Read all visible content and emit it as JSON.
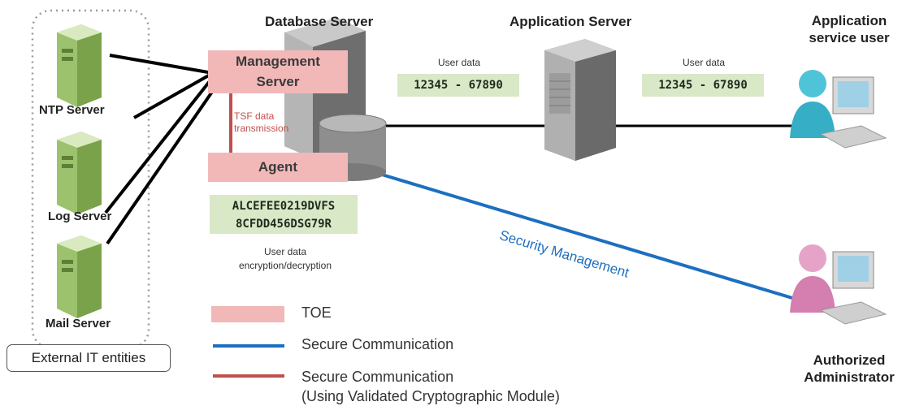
{
  "headers": {
    "database_server": "Database Server",
    "application_server": "Application Server",
    "app_user": [
      "Application",
      "service user"
    ],
    "admin": [
      "Authorized",
      "Administrator"
    ]
  },
  "external": {
    "ntp": "NTP Server",
    "log": "Log Server",
    "mail": "Mail Server",
    "group_label": "External IT entities"
  },
  "toe": {
    "management_server": [
      "Management",
      "Server"
    ],
    "agent": "Agent",
    "tsf_transmission": [
      "TSF data",
      "transmission"
    ]
  },
  "data": {
    "user_data_label_1": "User data",
    "user_data_value_1": "12345 - 67890",
    "user_data_label_2": "User data",
    "user_data_value_2": "12345 - 67890",
    "encrypted": [
      "ALCEFEE0219DVFS",
      "8CFDD456DSG79R"
    ],
    "enc_label": [
      "User data",
      "encryption/decryption"
    ]
  },
  "security_management": "Security Management",
  "legend": {
    "toe": "TOE",
    "secure": "Secure Communication",
    "secure_validated": [
      "Secure Communication",
      "(Using Validated Cryptographic Module)"
    ]
  },
  "colors": {
    "toe": "#f2b8b8",
    "blue_line": "#1c6fc0",
    "red_line": "#c0504d",
    "data_box": "#d9e8c6"
  }
}
